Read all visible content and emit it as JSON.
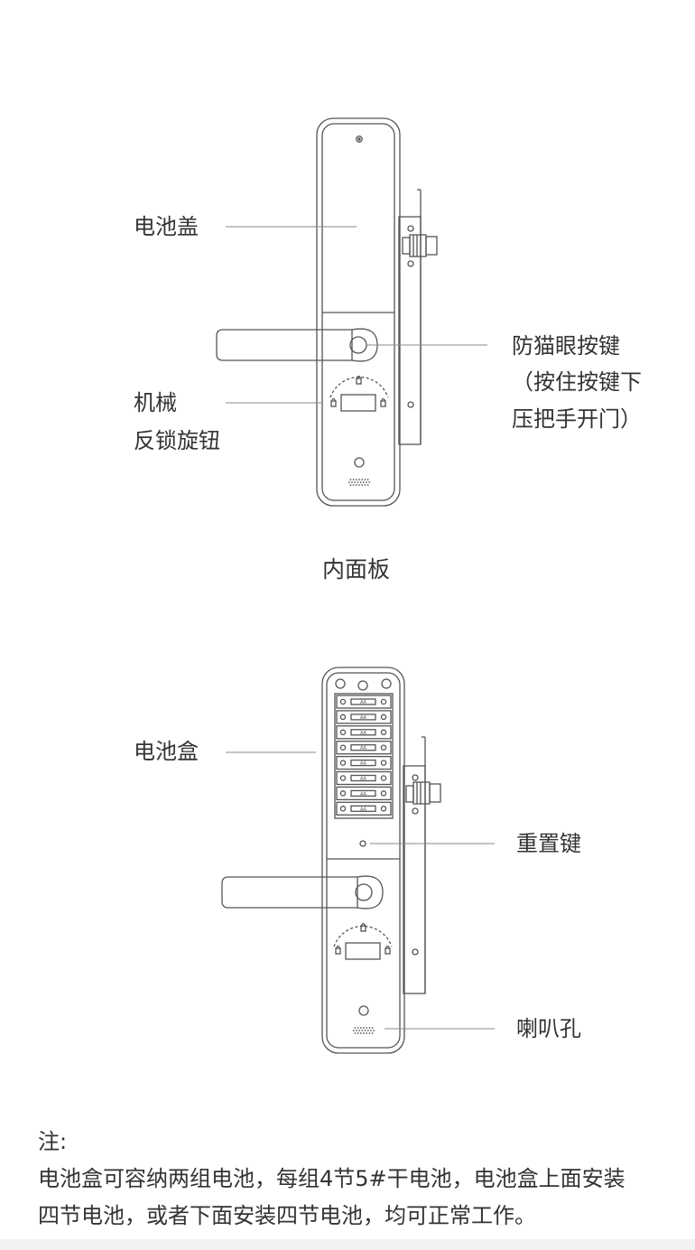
{
  "top_diagram": {
    "labels": {
      "battery_cover": "电池盖",
      "mech_lock_line1": "机械",
      "mech_lock_line2": "反锁旋钮",
      "peephole_line1": "防猫眼按键",
      "peephole_line2": "（按住按键下",
      "peephole_line3": "压把手开门）"
    },
    "caption": "内面板"
  },
  "bottom_diagram": {
    "labels": {
      "battery_box": "电池盒",
      "reset_key": "重置键",
      "speaker_hole": "喇叭孔"
    },
    "battery_label": "AA",
    "battery_count": 8
  },
  "note": {
    "title": "注:",
    "line1": "电池盒可容纳两组电池，每组4节5#干电池，电池盒上面安装",
    "line2": "四节电池，或者下面安装四节电池，均可正常工作。"
  },
  "colors": {
    "line": "#555555",
    "text": "#333333",
    "leader": "#8a8a8a"
  }
}
